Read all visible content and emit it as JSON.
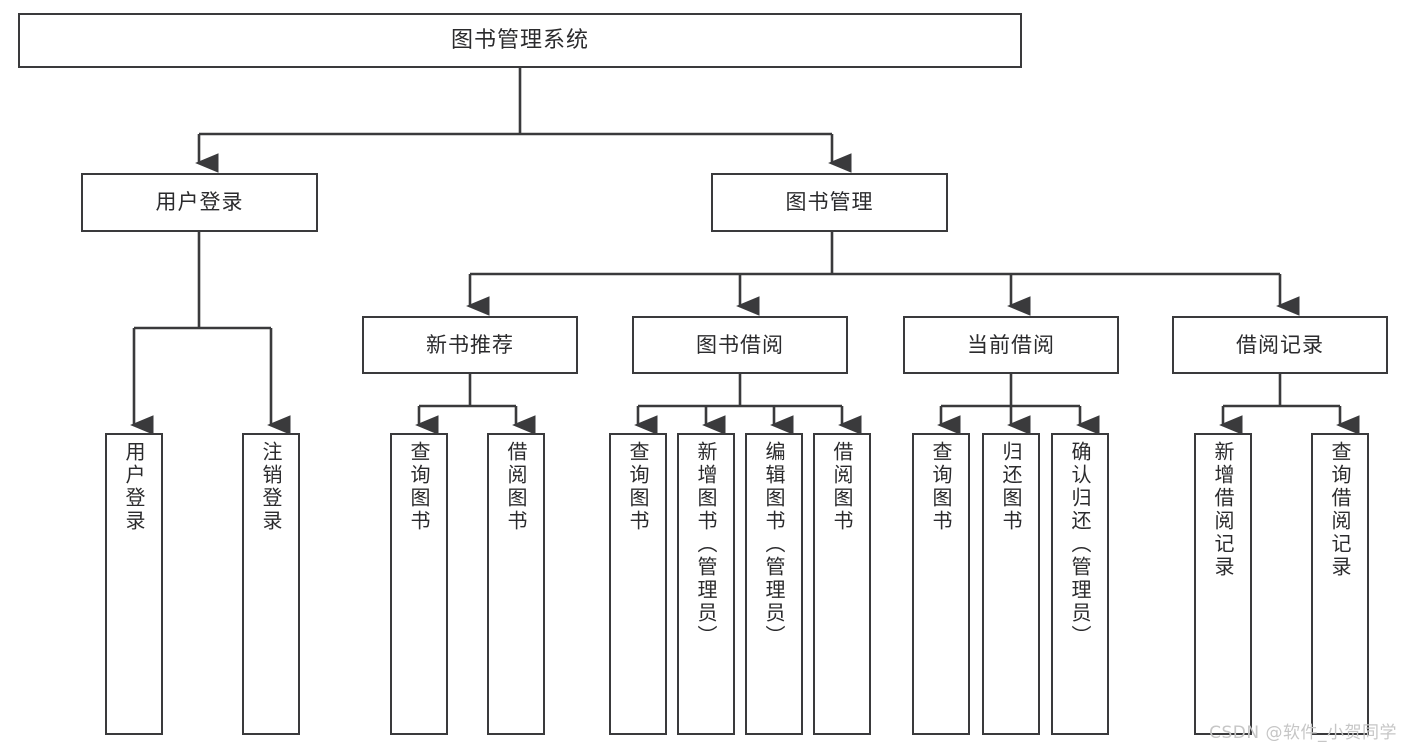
{
  "diagram": {
    "title": "图书管理系统",
    "type": "tree-hierarchy",
    "watermark": "CSDN @软件_小贺同学",
    "colors": {
      "box_border": "#3a3a3c",
      "box_fill": "#ffffff",
      "line": "#3a3a3c",
      "text": "#2b2b2d",
      "background": "#ffffff",
      "watermark_text": "#c6c6c6"
    },
    "levels": {
      "root": {
        "label": "图书管理系统"
      },
      "level2": [
        {
          "label": "用户登录"
        },
        {
          "label": "图书管理"
        }
      ],
      "level3": [
        {
          "label": "新书推荐"
        },
        {
          "label": "图书借阅"
        },
        {
          "label": "当前借阅"
        },
        {
          "label": "借阅记录"
        }
      ],
      "leaves": [
        {
          "label": "用户登录",
          "parent": "用户登录"
        },
        {
          "label": "注销登录",
          "parent": "用户登录"
        },
        {
          "label": "查询图书",
          "parent": "新书推荐"
        },
        {
          "label": "借阅图书",
          "parent": "新书推荐"
        },
        {
          "label": "查询图书",
          "parent": "图书借阅"
        },
        {
          "label": "新增图书（管理员）",
          "parent": "图书借阅"
        },
        {
          "label": "编辑图书（管理员）",
          "parent": "图书借阅"
        },
        {
          "label": "借阅图书",
          "parent": "图书借阅"
        },
        {
          "label": "查询图书",
          "parent": "当前借阅"
        },
        {
          "label": "归还图书",
          "parent": "当前借阅"
        },
        {
          "label": "确认归还（管理员）",
          "parent": "当前借阅"
        },
        {
          "label": "新增借阅记录",
          "parent": "借阅记录"
        },
        {
          "label": "查询借阅记录",
          "parent": "借阅记录"
        }
      ]
    }
  }
}
